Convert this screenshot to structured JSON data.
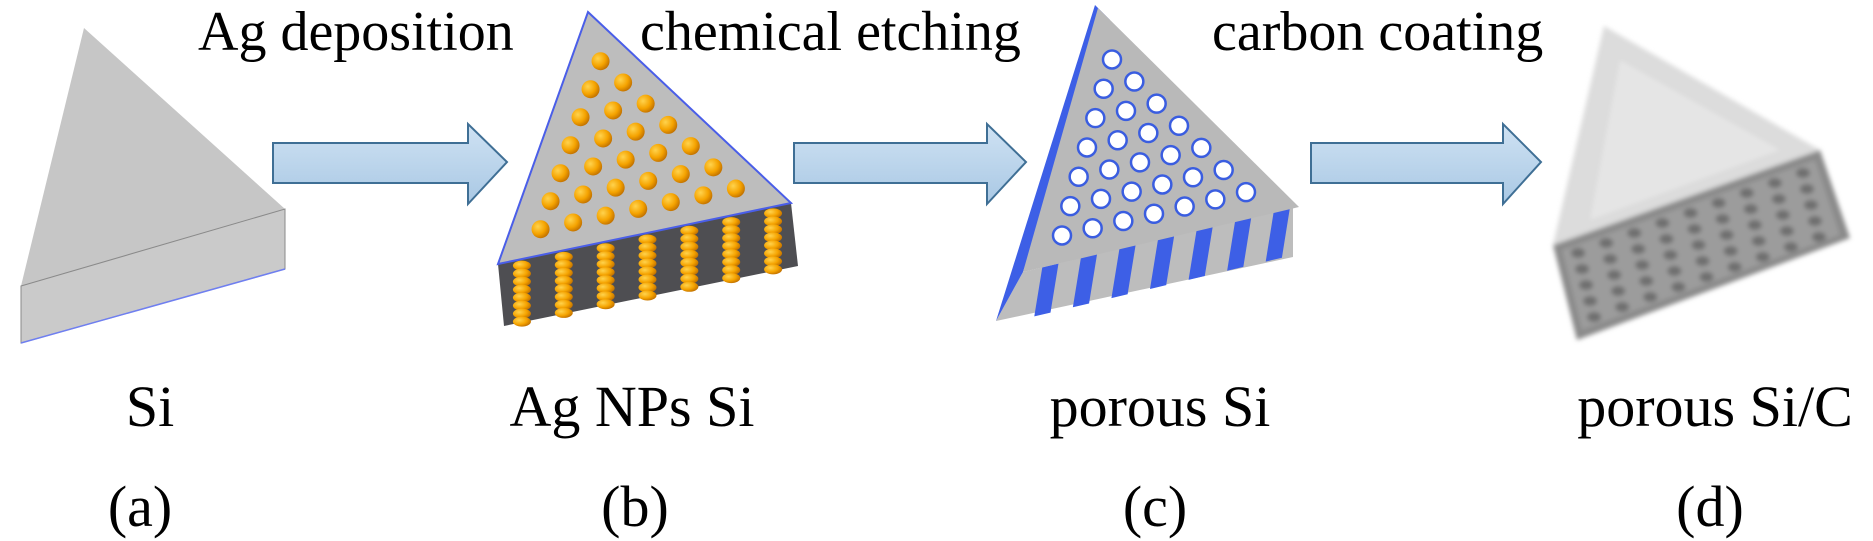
{
  "steps": {
    "ag_deposition": "Ag deposition",
    "chemical_etching": "chemical etching",
    "carbon_coating": "carbon coating"
  },
  "stages": [
    {
      "name": "Si",
      "tag": "(a)"
    },
    {
      "name": "Ag NPs Si",
      "tag": "(b)"
    },
    {
      "name": "porous Si",
      "tag": "(c)"
    },
    {
      "name": "porous Si/C",
      "tag": "(d)"
    }
  ],
  "colors": {
    "silicon": "#c4c4c4",
    "silver": "#f5a300",
    "arrow_fill": "#bcd6ec",
    "arrow_stroke": "#3f6f95",
    "pore": "#3a5de0"
  }
}
